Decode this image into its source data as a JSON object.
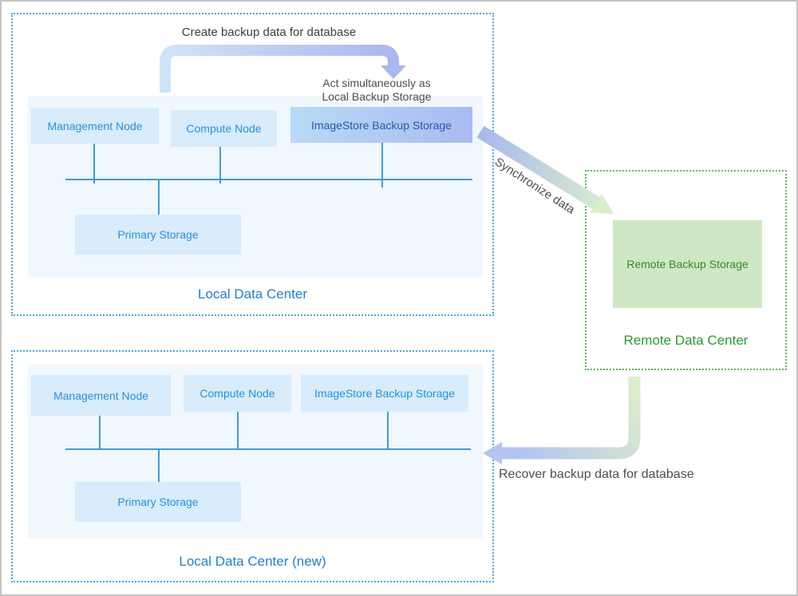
{
  "local_top": {
    "label": "Local Data Center",
    "management": "Management Node",
    "compute": "Compute Node",
    "imagestore": "ImageStore Backup Storage",
    "primary": "Primary Storage"
  },
  "local_new": {
    "label": "Local Data Center (new)",
    "management": "Management Node",
    "compute": "Compute Node",
    "imagestore": "ImageStore Backup Storage",
    "primary": "Primary Storage"
  },
  "remote": {
    "label": "Remote Data Center",
    "backup": "Remote Backup Storage"
  },
  "annotations": {
    "create": "Create backup data for database",
    "act_line1": "Act simultaneously as",
    "act_line2": "Local Backup Storage",
    "sync": "Synchronize data",
    "recover": "Recover backup data for database"
  },
  "colors": {
    "blue_dotted_border": "#4da3e8",
    "green_dotted_border": "#5cb85c",
    "panel_bg": "#f0f7fd",
    "node_bg": "#d8ecfb",
    "node_text": "#2590e8",
    "imagestore_gradient_start": "#b7dbf7",
    "imagestore_gradient_end": "#a9baf0",
    "imagestore_text": "#2b57ae",
    "remote_node_bg": "#cfe7c2",
    "remote_node_text": "#2e8b2e",
    "remote_label": "#2a9c2a",
    "dc_label": "#1e7fd8",
    "bus_line": "#3f9be0",
    "arrow_blue": "#a9b8ee",
    "arrow_blue_light": "#cfe4f8",
    "arrow_green": "#d9efca",
    "annotation_text": "#4f4f4f"
  }
}
